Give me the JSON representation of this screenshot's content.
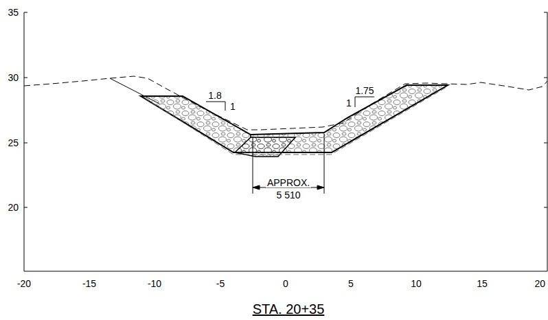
{
  "diagram": {
    "caption": "STA. 20+35",
    "labels": [
      "35",
      "30",
      "25",
      "20",
      "-20",
      "-15",
      "-10",
      "-5",
      "0",
      "5",
      "10",
      "15",
      "20",
      "1.8",
      "1",
      "1.75",
      "1",
      "APPROX.",
      "5 510"
    ]
  }
}
